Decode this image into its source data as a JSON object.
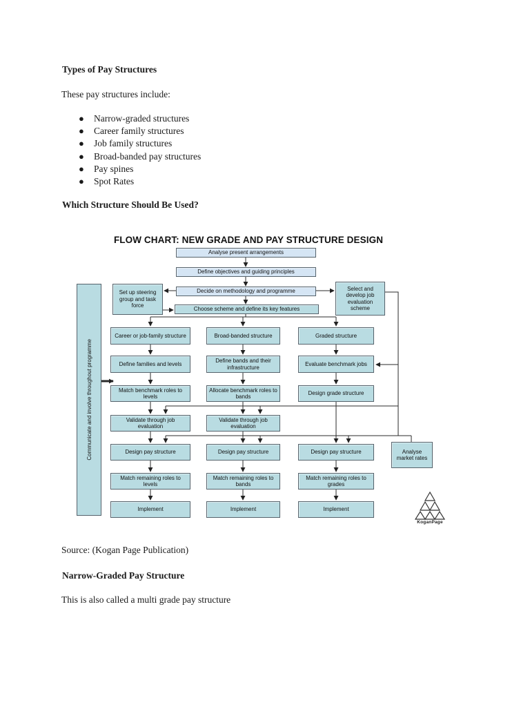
{
  "document": {
    "title_heading": "Types of Pay Structures",
    "intro": "These pay structures include:",
    "bullets": [
      "Narrow-graded structures",
      "Career family structures",
      "Job family structures",
      "Broad-banded pay structures",
      "Pay spines",
      "Spot Rates"
    ],
    "section_heading": "Which Structure Should Be Used?",
    "source": "Source: (Kogan Page Publication)",
    "subsection_heading": "Narrow-Graded Pay Structure",
    "body_line": "This is also called a multi grade pay structure"
  },
  "flowchart": {
    "title": "FLOW CHART: NEW GRADE AND PAY STRUCTURE DESIGN",
    "side_bar": "Communicate and involve throughout programme",
    "boxes": {
      "analyse_present": "Analyse present arrangements",
      "define_objectives": "Define objectives and guiding principles",
      "decide_methodology": "Decide on methodology and programme",
      "choose_scheme": "Choose scheme and define its key features",
      "steering_group": "Set up steering group and task force",
      "select_scheme": "Select and develop job evaluation scheme",
      "career_family": "Career or job-family structure",
      "broad_banded": "Broad-banded structure",
      "graded": "Graded structure",
      "define_families": "Define families and levels",
      "define_bands": "Define bands and their infrastructure",
      "evaluate_benchmark": "Evaluate benchmark jobs",
      "match_benchmark": "Match benchmark roles to levels",
      "allocate_benchmark": "Allocate benchmark roles to bands",
      "design_grade": "Design grade structure",
      "validate_1": "Validate through job evaluation",
      "validate_2": "Validate through job evaluation",
      "design_pay_1": "Design pay structure",
      "design_pay_2": "Design pay structure",
      "design_pay_3": "Design pay structure",
      "analyse_market": "Analyse market rates",
      "match_remaining_levels": "Match remaining roles to levels",
      "match_remaining_bands": "Match remaining roles to bands",
      "match_remaining_grades": "Match remaining roles to grades",
      "implement_1": "Implement",
      "implement_2": "Implement",
      "implement_3": "Implement"
    },
    "logo_text": "KoganPage",
    "colors": {
      "box_fill_teal": "#b9dce2",
      "box_fill_blue": "#d5e5f4",
      "box_border": "#55626b",
      "connector": "#2a2a2a"
    }
  }
}
